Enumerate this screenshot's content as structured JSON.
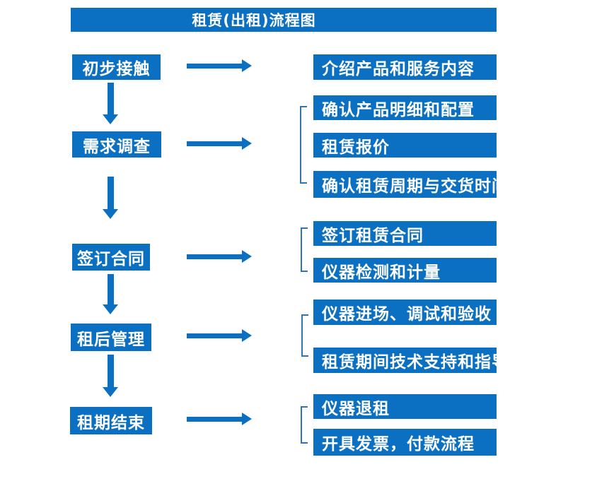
{
  "title": "租赁(出租)流程图",
  "colors": {
    "box_blue": "#0c70c2",
    "bracket_blue": "#2e75b6",
    "text_white": "#ffffff",
    "background": "#ffffff"
  },
  "steps": [
    {
      "label": "初步接触",
      "details": [
        "介绍产品和服务内容"
      ]
    },
    {
      "label": "需求调查",
      "details": [
        "确认产品明细和配置",
        "租赁报价",
        "确认租赁周期与交货时间"
      ]
    },
    {
      "label": "签订合同",
      "details": [
        "签订租赁合同",
        "仪器检测和计量"
      ]
    },
    {
      "label": "租后管理",
      "details": [
        "仪器进场、调试和验收",
        "租赁期间技术支持和指导"
      ]
    },
    {
      "label": "租期结束",
      "details": [
        "仪器退租",
        "开具发票，付款流程"
      ]
    }
  ]
}
